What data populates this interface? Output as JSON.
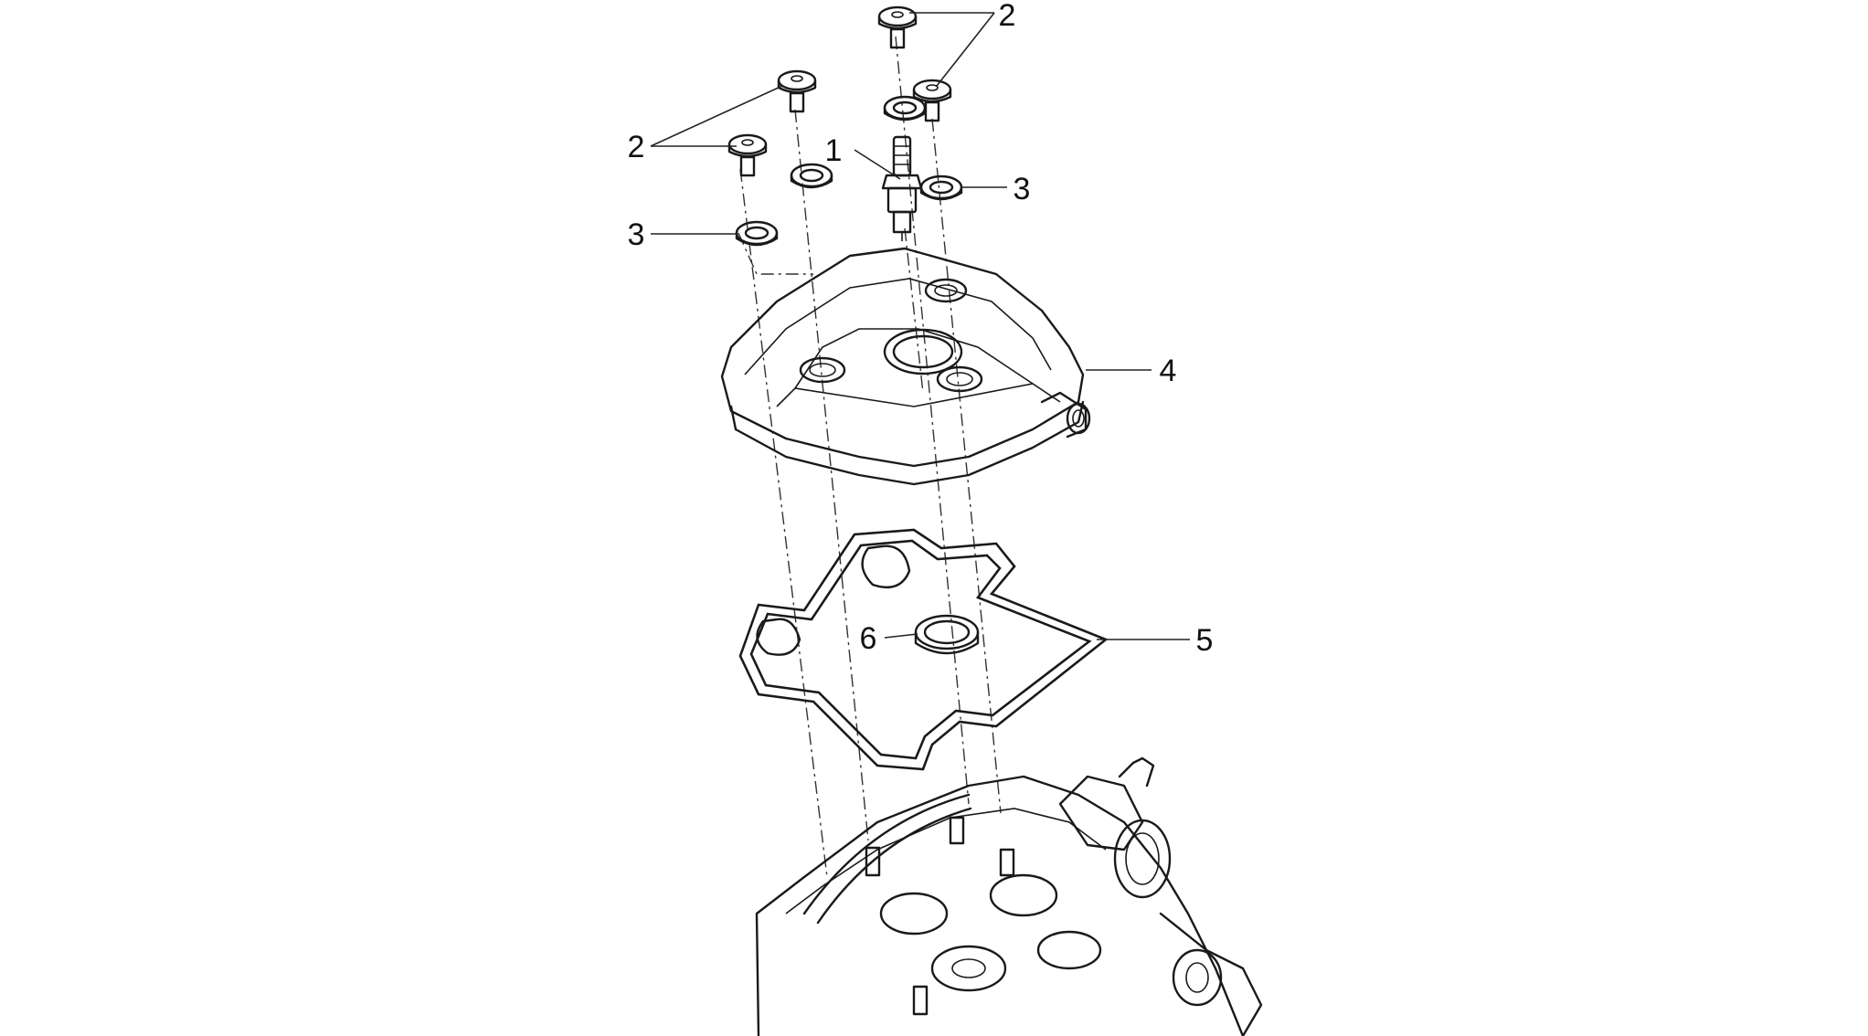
{
  "callouts": [
    {
      "id": "1",
      "part": "spark-plug"
    },
    {
      "id": "2",
      "part": "flange-screws"
    },
    {
      "id": "3",
      "part": "sealing-washers"
    },
    {
      "id": "4",
      "part": "valve-cover"
    },
    {
      "id": "5",
      "part": "cover-gasket"
    },
    {
      "id": "6",
      "part": "spark-plug-seal"
    }
  ]
}
